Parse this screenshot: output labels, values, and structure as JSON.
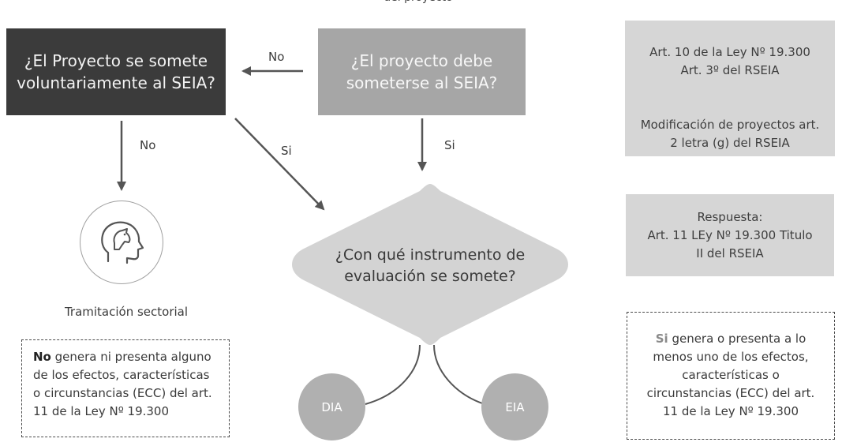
{
  "title_fragment": "del proyecto",
  "questions": {
    "voluntary": "¿El Proyecto se somete\nvoluntariamente al SEIA?",
    "must": "¿El proyecto debe\nsometerse al SEIA?",
    "instrument": "¿Con qué instrumento de\nevaluación se somete?"
  },
  "edge_labels": {
    "no_top": "No",
    "no_left": "No",
    "si_diag": "Si",
    "si_center": "Si"
  },
  "sectoral": {
    "icon": "head-horse-icon",
    "label": "Tramitación sectorial"
  },
  "notes": {
    "left_emphasis": "No",
    "left_text": " genera ni presenta alguno de los efectos, características o circunstancias (ECC) del art. 11 de la Ley Nº 19.300",
    "right_emphasis": "Si",
    "right_text": " genera o presenta a lo menos uno de los efectos, características o circunstancias (ECC) del art. 11 de la Ley Nº 19.300"
  },
  "references": {
    "box1_line1": "Art. 10 de la Ley Nº 19.300\nArt. 3º del RSEIA",
    "box1_line2": "Modificación de proyectos art.\n2 letra (g) del RSEIA",
    "box2": "Respuesta:\nArt. 11 LEy Nº 19.300 Titulo\nII del RSEIA"
  },
  "outcomes": {
    "dia": "DIA",
    "eia": "EIA"
  },
  "colors": {
    "dark_box": "#3b3b3b",
    "mid_box": "#a6a6a6",
    "light_box": "#d6d6d6",
    "diamond": "#d3d3d3",
    "circle_node": "#b0b0b0",
    "arrow": "#555555"
  }
}
